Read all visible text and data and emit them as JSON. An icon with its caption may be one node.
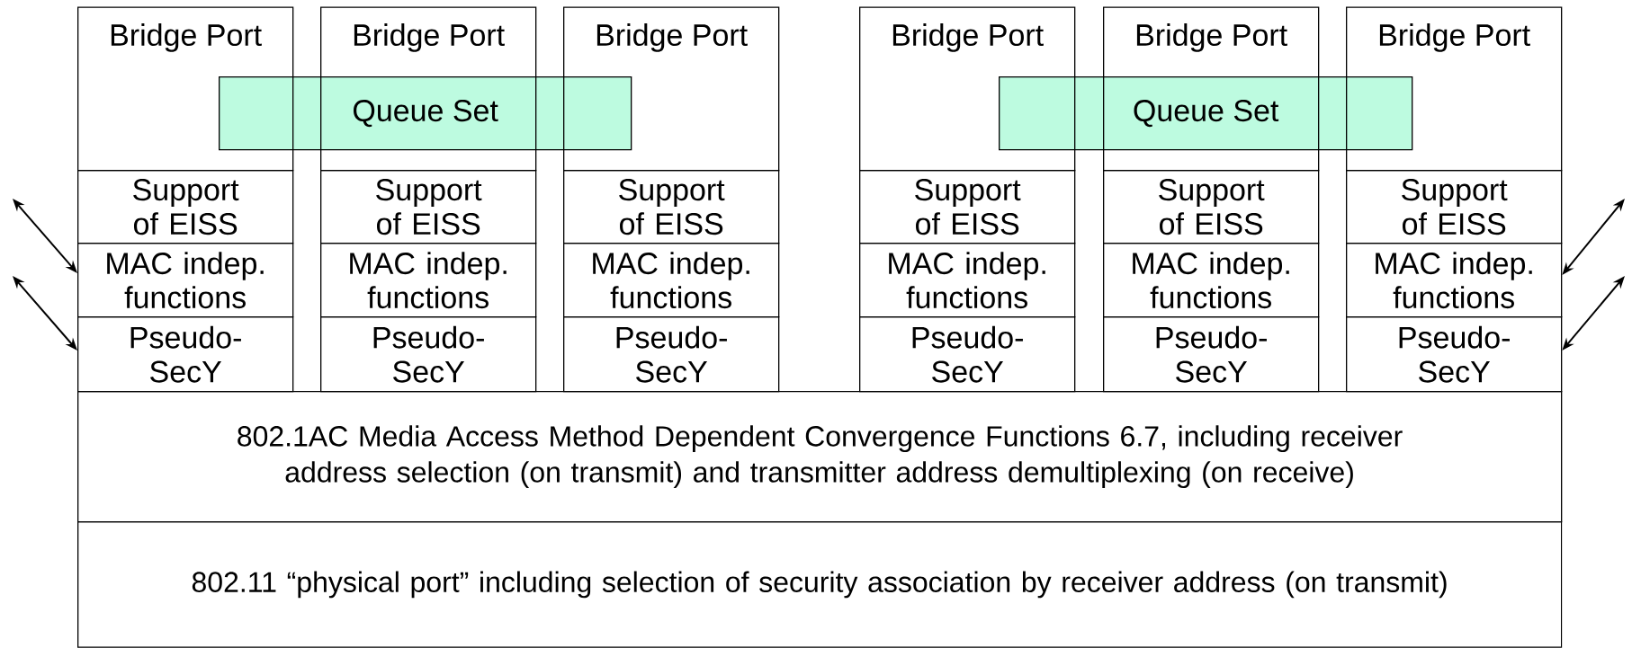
{
  "diagram": {
    "nodes": [
      {
        "text": [
          "Bridge Port"
        ]
      },
      {
        "text": [
          "Bridge Port"
        ]
      },
      {
        "text": [
          "Bridge Port"
        ]
      },
      {
        "text": [
          "Bridge Port"
        ]
      },
      {
        "text": [
          "Bridge Port"
        ]
      },
      {
        "text": [
          "Bridge Port"
        ]
      },
      {
        "text": [
          "Queue Set"
        ]
      },
      {
        "text": [
          "Queue Set"
        ]
      },
      {
        "text": [
          "Support of EISS"
        ]
      },
      {
        "text": [
          "Support of EISS"
        ]
      },
      {
        "text": [
          "Support of EISS"
        ]
      },
      {
        "text": [
          "Support of EISS"
        ]
      },
      {
        "text": [
          "Support of EISS"
        ]
      },
      {
        "text": [
          "Support of EISS"
        ]
      },
      {
        "text": [
          "MAC indep. functions"
        ]
      },
      {
        "text": [
          "MAC indep. functions"
        ]
      },
      {
        "text": [
          "MAC indep. functions"
        ]
      },
      {
        "text": [
          "MAC indep. functions"
        ]
      },
      {
        "text": [
          "MAC indep. functions"
        ]
      },
      {
        "text": [
          "MAC indep. functions"
        ]
      },
      {
        "text": [
          "Pseudo-SecY"
        ]
      },
      {
        "text": [
          "Pseudo-SecY"
        ]
      },
      {
        "text": [
          "Pseudo-SecY"
        ]
      },
      {
        "text": [
          "Pseudo-SecY"
        ]
      },
      {
        "text": [
          "Pseudo-SecY"
        ]
      },
      {
        "text": [
          "Pseudo-SecY"
        ]
      },
      {
        "text": [
          "802.1AC Media Access Method Dependent Convergence Functions 6.7, including receiver address selection (on transmit) and transmitter address demultiplexing (on receive)"
        ]
      },
      {
        "text": [
          "802.11 “physical port” including selection of security association by receiver address (on transmit)"
        ]
      }
    ],
    "edges": [
      {
        "from": null,
        "to": 14,
        "arrow": "both"
      },
      {
        "from": null,
        "to": 20,
        "arrow": "both"
      },
      {
        "from": null,
        "to": 19,
        "arrow": "both"
      },
      {
        "from": null,
        "to": 25,
        "arrow": "both"
      }
    ]
  }
}
